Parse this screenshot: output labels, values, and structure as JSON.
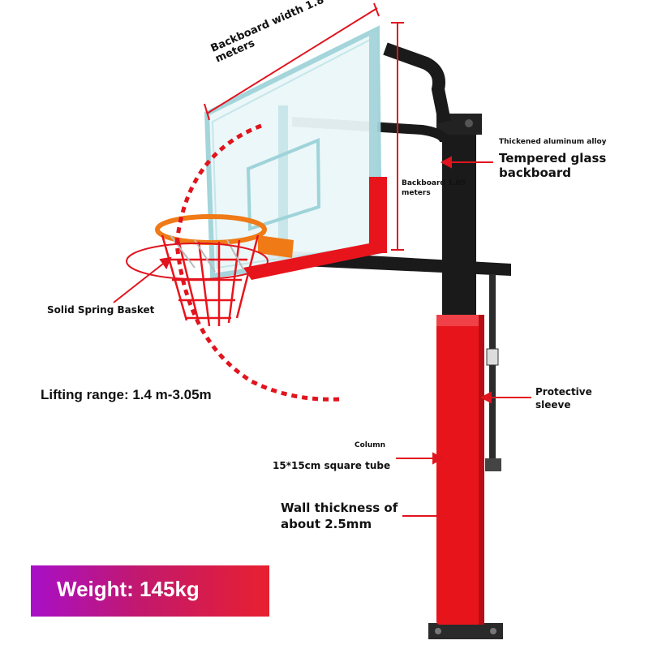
{
  "labels": {
    "backboard_width": "Backboard width 1.8 meters",
    "backboard_height": "Backboard 1.05 meters",
    "aluminum": "Thickened aluminum alloy",
    "tempered_line1": "Tempered glass",
    "tempered_line2": "backboard",
    "spring_basket": "Solid Spring Basket",
    "lifting_range": "Lifting range: 1.4 m-3.05m",
    "protective_line1": "Protective",
    "protective_line2": "sleeve",
    "column": "Column",
    "square_tube": "15*15cm square tube",
    "wall_line1": "Wall thickness of",
    "wall_line2": "about 2.5mm",
    "weight": "Weight: 145kg"
  },
  "colors": {
    "accent_red": "#e0141e",
    "pole_black": "#1a1a1a",
    "pad_red": "#e8141c",
    "rim_orange": "#f07a16",
    "glass_blue": "#9fd3da",
    "banner_start": "#a80fc8",
    "banner_end": "#e8202f"
  }
}
